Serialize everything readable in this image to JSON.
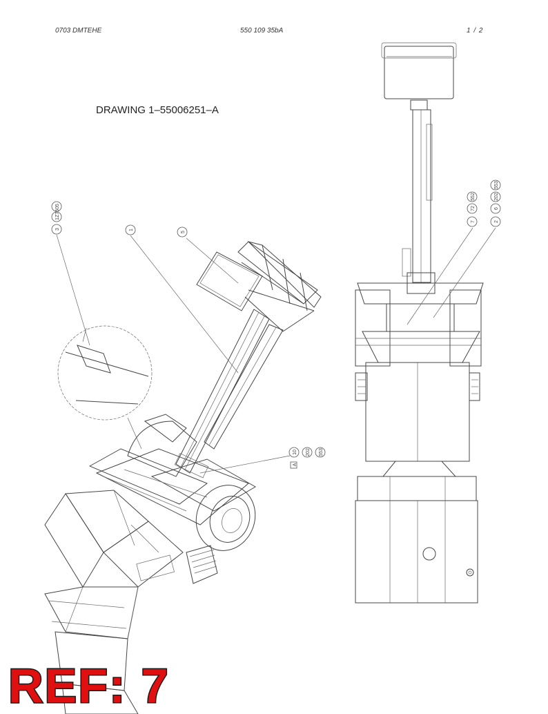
{
  "header": {
    "left": "0703 DMTEHE",
    "center": "550 109 35bA",
    "page": "1 /   2"
  },
  "drawing_title": "DRAWING 1–55006251–A",
  "ref_label": "REF: 7",
  "callouts": {
    "c3": {
      "num": "3",
      "part": "1Z7505"
    },
    "c1": {
      "num": "1"
    },
    "c5": {
      "num": "5"
    },
    "c7": {
      "num": "7",
      "part": "72",
      "sub": "552"
    },
    "c2": {
      "num": "2",
      "part": "6",
      "sub1": "202",
      "sub2": "553"
    },
    "c10": {
      "num": "10",
      "sub1": "202",
      "sub2": "553",
      "flag": "A"
    }
  }
}
